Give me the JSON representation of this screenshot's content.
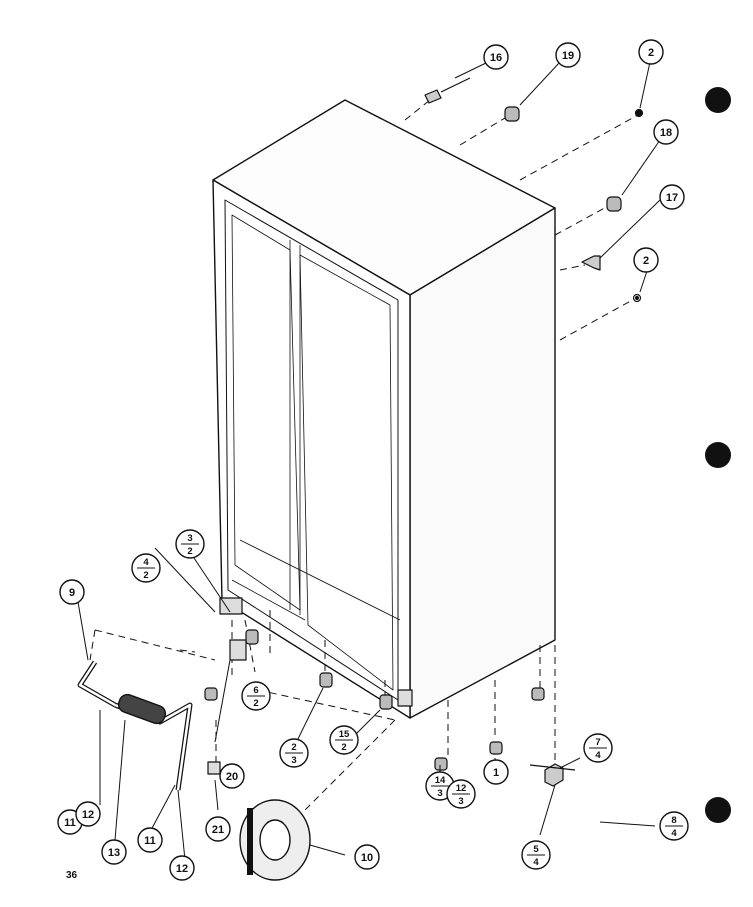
{
  "page_number": "36",
  "callouts": [
    {
      "id": "c16",
      "label": "16"
    },
    {
      "id": "c19",
      "label": "19"
    },
    {
      "id": "c2a",
      "label": "2"
    },
    {
      "id": "c18",
      "label": "18"
    },
    {
      "id": "c17",
      "label": "17"
    },
    {
      "id": "c2b",
      "label": "2"
    },
    {
      "id": "c9",
      "label": "9"
    },
    {
      "id": "c11a",
      "label": "11"
    },
    {
      "id": "c12a",
      "label": "12"
    },
    {
      "id": "c13",
      "label": "13"
    },
    {
      "id": "c11b",
      "label": "11"
    },
    {
      "id": "c12b",
      "label": "12"
    },
    {
      "id": "c20",
      "label": "20"
    },
    {
      "id": "c21",
      "label": "21"
    },
    {
      "id": "c10",
      "label": "10"
    },
    {
      "id": "c1",
      "label": "1"
    }
  ],
  "fraction_callouts": [
    {
      "id": "f3-2",
      "top": "3",
      "bottom": "2"
    },
    {
      "id": "f4-2",
      "top": "4",
      "bottom": "2"
    },
    {
      "id": "f6-2",
      "top": "6",
      "bottom": "2"
    },
    {
      "id": "f2-3",
      "top": "2",
      "bottom": "3"
    },
    {
      "id": "f15-2",
      "top": "15",
      "bottom": "2"
    },
    {
      "id": "f14-3",
      "top": "14",
      "bottom": "3"
    },
    {
      "id": "f12-3",
      "top": "12",
      "bottom": "3"
    },
    {
      "id": "f7-4",
      "top": "7",
      "bottom": "4"
    },
    {
      "id": "f5-4",
      "top": "5",
      "bottom": "4"
    },
    {
      "id": "f8-4",
      "top": "8",
      "bottom": "4"
    }
  ]
}
